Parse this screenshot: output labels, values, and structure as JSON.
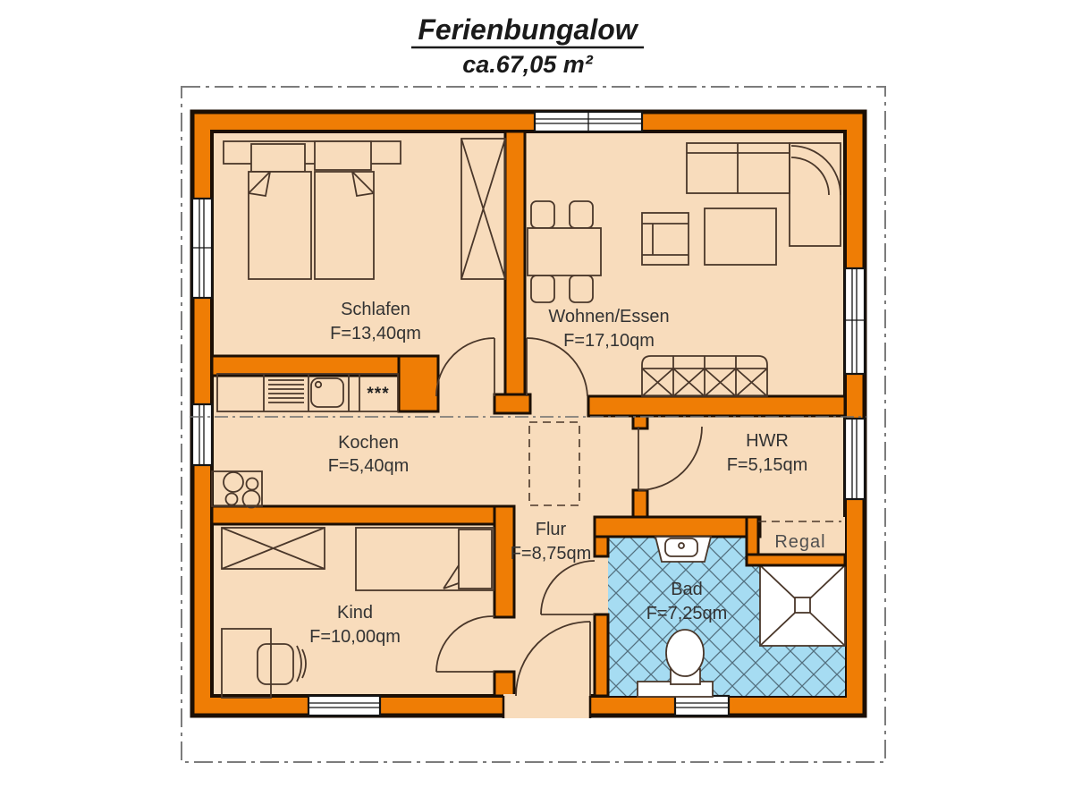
{
  "title": {
    "name": "Ferienbungalow",
    "area": "ca.67,05 m²"
  },
  "rooms": [
    {
      "id": "schlafen",
      "label": "Schlafen",
      "area": "F=13,40qm"
    },
    {
      "id": "wohnen",
      "label": "Wohnen/Essen",
      "area": "F=17,10qm"
    },
    {
      "id": "kochen",
      "label": "Kochen",
      "area": "F=5,40qm"
    },
    {
      "id": "flur",
      "label": "Flur",
      "area": "F=8,75qm"
    },
    {
      "id": "hwr",
      "label": "HWR",
      "area": "F=5,15qm"
    },
    {
      "id": "kind",
      "label": "Kind",
      "area": "F=10,00qm"
    },
    {
      "id": "bad",
      "label": "Bad",
      "area": "F=7,25qm"
    }
  ],
  "annotations": {
    "shelf": "Regal",
    "freezer": "***"
  },
  "colors": {
    "wall": "#ef7d05",
    "floor": "#f8dcbc",
    "tile": "#a6dcf2",
    "outline": "#1c0f04",
    "line": "#4a372a",
    "text": "#333333",
    "muted": "#4f4f4f",
    "boundary": "#7c7c7c"
  }
}
